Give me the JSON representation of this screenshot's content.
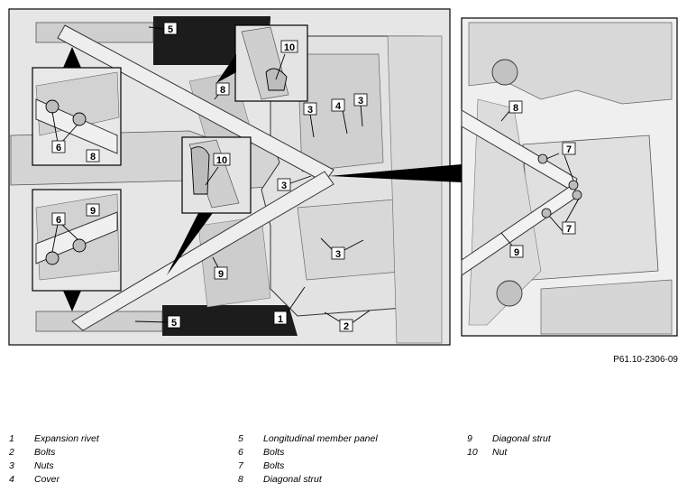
{
  "figure_ref": "P61.10-2306-09",
  "callouts": {
    "c1": "1",
    "c2": "2",
    "c3": "3",
    "c4": "4",
    "c5": "5",
    "c6": "6",
    "c7": "7",
    "c8": "8",
    "c9": "9",
    "c10": "10"
  },
  "legend": [
    {
      "num": "1",
      "text": "Expansion rivet"
    },
    {
      "num": "2",
      "text": "Bolts"
    },
    {
      "num": "3",
      "text": "Nuts"
    },
    {
      "num": "4",
      "text": "Cover"
    },
    {
      "num": "5",
      "text": "Longitudinal member panel"
    },
    {
      "num": "6",
      "text": "Bolts"
    },
    {
      "num": "7",
      "text": "Bolts"
    },
    {
      "num": "8",
      "text": "Diagonal strut"
    },
    {
      "num": "9",
      "text": "Diagonal strut"
    },
    {
      "num": "10",
      "text": "Nut"
    }
  ],
  "colors": {
    "line": "#000000",
    "part_fill": "#d9d9d9",
    "strut_fill": "#e8e8e8",
    "background": "#ffffff"
  }
}
